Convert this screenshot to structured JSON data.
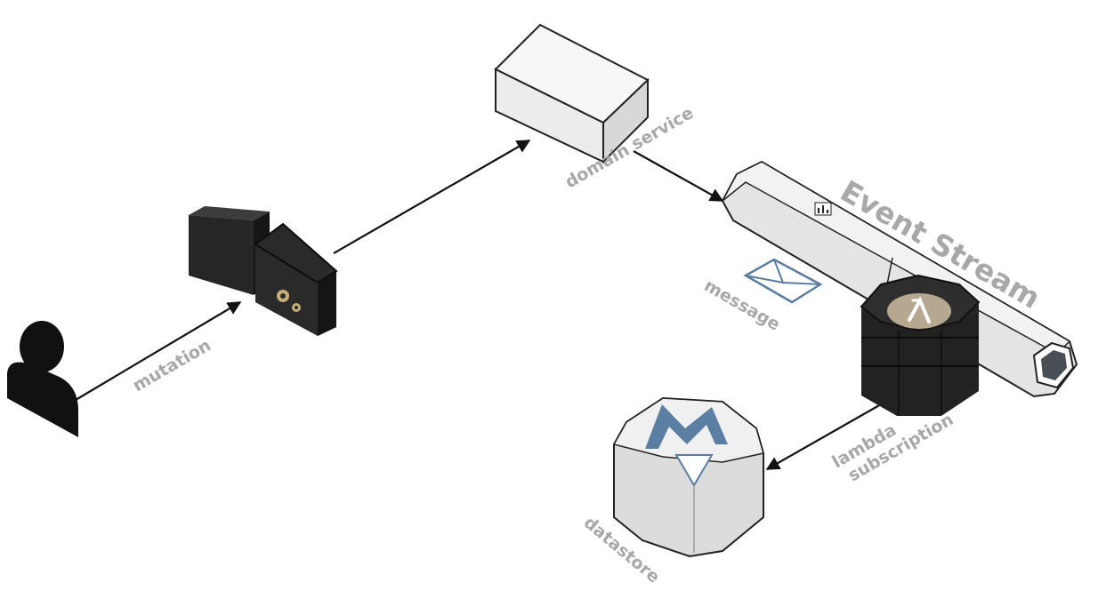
{
  "diagram": {
    "nodes": {
      "user": {
        "icon": "user-icon"
      },
      "gateway": {
        "icon": "gears-icon"
      },
      "domain_service": {
        "label": "domain service"
      },
      "event_stream": {
        "label": "Event Stream",
        "icon": "metrics-icon"
      },
      "message": {
        "label": "message",
        "icon": "envelope-icon"
      },
      "lambda": {
        "label_line1": "lambda",
        "label_line2": "subscription",
        "icon": "lambda-icon"
      },
      "datastore": {
        "label": "datastore",
        "icon": "m-logo-icon"
      }
    },
    "edges": [
      {
        "from": "user",
        "to": "gateway",
        "label": "mutation"
      },
      {
        "from": "gateway",
        "to": "domain_service",
        "label": ""
      },
      {
        "from": "domain_service",
        "to": "event_stream",
        "label": ""
      },
      {
        "from": "lambda",
        "to": "datastore",
        "label": ""
      }
    ],
    "colors": {
      "dark_node": "#2b2b2b",
      "light_node": "#e6e6e6",
      "label_gray": "#a8a8a8",
      "lambda_badge": "#b6a890",
      "envelope_blue": "#5a7da0",
      "m_logo_blue": "#5b7fa3"
    }
  }
}
